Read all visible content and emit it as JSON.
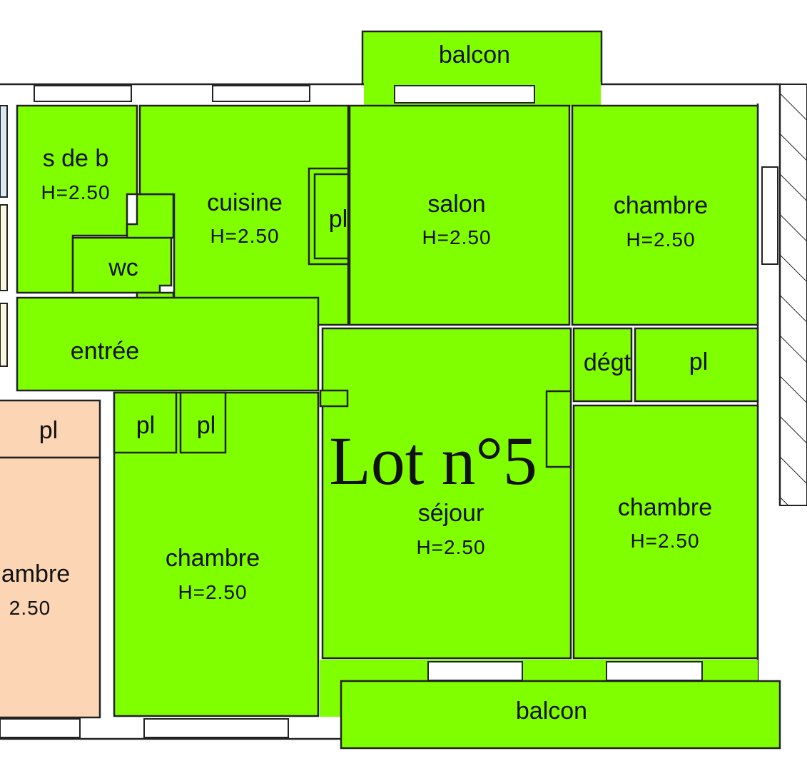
{
  "lot_label": "Lot n°5",
  "rooms": {
    "balcon_top": {
      "name": "balcon"
    },
    "sdb": {
      "name": "s de b",
      "height": "H=2.50"
    },
    "wc": {
      "name": "wc"
    },
    "cuisine": {
      "name": "cuisine",
      "height": "H=2.50"
    },
    "pl_cuisine": {
      "name": "pl"
    },
    "salon": {
      "name": "salon",
      "height": "H=2.50"
    },
    "chambre_ne": {
      "name": "chambre",
      "height": "H=2.50"
    },
    "entree": {
      "name": "entrée"
    },
    "degt": {
      "name": "dégt"
    },
    "pl_degt": {
      "name": "pl"
    },
    "pl_1": {
      "name": "pl"
    },
    "pl_2": {
      "name": "pl"
    },
    "sejour": {
      "name": "séjour",
      "height": "H=2.50"
    },
    "chambre_e": {
      "name": "chambre",
      "height": "H=2.50"
    },
    "chambre_sw": {
      "name": "chambre",
      "height": "H=2.50"
    },
    "balcon_bottom": {
      "name": "balcon"
    }
  },
  "neighbor": {
    "pl": {
      "name": "pl"
    },
    "chambre_partial": {
      "name": "ambre",
      "height": "2.50"
    }
  },
  "colors": {
    "lot_fill": "#80ff00",
    "neighbor_fill": "#fcd5b4"
  }
}
